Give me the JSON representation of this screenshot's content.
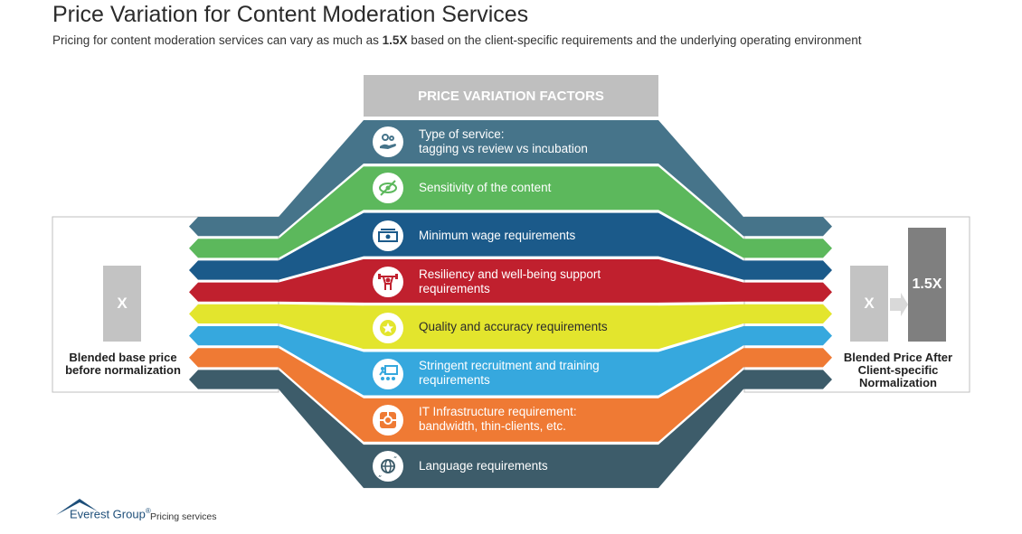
{
  "title": "Price Variation for Content Moderation Services",
  "subtitle": {
    "before": "Pricing for content moderation services can vary as much as ",
    "emphasis": "1.5X",
    "after": " based on the client-specific requirements and the underlying operating environment"
  },
  "header": "PRICE VARIATION FACTORS",
  "left_box": {
    "bar_label": "X",
    "caption": "Blended base price before normalization"
  },
  "right_box": {
    "base_label": "X",
    "high_label": "1.5X",
    "caption": "Blended Price After Client-specific Normalization"
  },
  "colors": {
    "slate": "#46748a",
    "green": "#5cb85c",
    "navy": "#1b5a8a",
    "red": "#c0202e",
    "yellow": "#e3e52d",
    "sky": "#36a8de",
    "orange": "#ef7a34",
    "dark_slate": "#3d5c6a",
    "header_gray": "#bfbfbf",
    "bar_gray": "#c3c3c3",
    "bar_dark": "#7f7f7f"
  },
  "factors": [
    {
      "line1": "Type of service:",
      "line2": "tagging vs review vs incubation",
      "icon": "hand-gears-icon",
      "color": "#46748a"
    },
    {
      "line1": "Sensitivity of the content",
      "line2": "",
      "icon": "eye-slash-icon",
      "color": "#5cb85c"
    },
    {
      "line1": "Minimum wage requirements",
      "line2": "",
      "icon": "money-icon",
      "color": "#1b5a8a"
    },
    {
      "line1": "Resiliency and well-being support",
      "line2": "requirements",
      "icon": "weightlifter-icon",
      "color": "#c0202e"
    },
    {
      "line1": "Quality and accuracy requirements",
      "line2": "",
      "icon": "quality-badge-icon",
      "color": "#e3e52d"
    },
    {
      "line1": "Stringent recruitment and training",
      "line2": "requirements",
      "icon": "training-board-icon",
      "color": "#36a8de"
    },
    {
      "line1": "IT Infrastructure requirement:",
      "line2": "bandwidth, thin-clients, etc.",
      "icon": "infrastructure-icon",
      "color": "#ef7a34"
    },
    {
      "line1": "Language requirements",
      "line2": "",
      "icon": "globe-quote-icon",
      "color": "#3d5c6a"
    }
  ],
  "logo": {
    "brand": "Everest Group",
    "mark": "®",
    "service": "Pricing services"
  }
}
